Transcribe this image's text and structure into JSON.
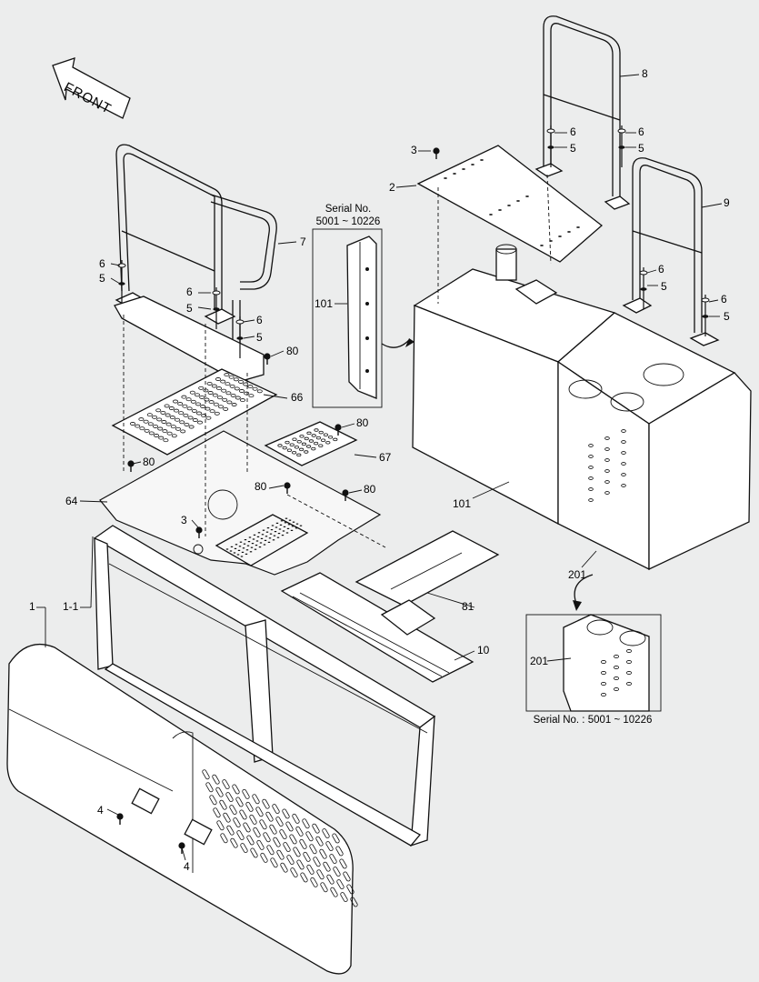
{
  "front_arrow": {
    "label": "FRONT"
  },
  "serial_boxes": [
    {
      "line1": "Serial No.",
      "line2": "5001 ~ 10226"
    },
    {
      "line1": "Serial No. : 5001 ~ 10226",
      "line2": ""
    }
  ],
  "callouts": [
    {
      "id": "c-8",
      "text": "8"
    },
    {
      "id": "c-7",
      "text": "7"
    },
    {
      "id": "c-9",
      "text": "9"
    },
    {
      "id": "c-3a",
      "text": "3"
    },
    {
      "id": "c-2",
      "text": "2"
    },
    {
      "id": "c-6a",
      "text": "6"
    },
    {
      "id": "c-5a",
      "text": "5"
    },
    {
      "id": "c-6b",
      "text": "6"
    },
    {
      "id": "c-5b",
      "text": "5"
    },
    {
      "id": "c-6c",
      "text": "6"
    },
    {
      "id": "c-5c",
      "text": "5"
    },
    {
      "id": "c-6d",
      "text": "6"
    },
    {
      "id": "c-5d",
      "text": "5"
    },
    {
      "id": "c-6e",
      "text": "6"
    },
    {
      "id": "c-5e",
      "text": "5"
    },
    {
      "id": "c-6f",
      "text": "6"
    },
    {
      "id": "c-5f",
      "text": "5"
    },
    {
      "id": "c-6g",
      "text": "6"
    },
    {
      "id": "c-5g",
      "text": "5"
    },
    {
      "id": "c-101a",
      "text": "101"
    },
    {
      "id": "c-80a",
      "text": "80"
    },
    {
      "id": "c-66",
      "text": "66"
    },
    {
      "id": "c-80b",
      "text": "80"
    },
    {
      "id": "c-67",
      "text": "67"
    },
    {
      "id": "c-80c",
      "text": "80"
    },
    {
      "id": "c-64",
      "text": "64"
    },
    {
      "id": "c-80d",
      "text": "80"
    },
    {
      "id": "c-80e",
      "text": "80"
    },
    {
      "id": "c-3b",
      "text": "3"
    },
    {
      "id": "c-101b",
      "text": "101"
    },
    {
      "id": "c-201a",
      "text": "201"
    },
    {
      "id": "c-81",
      "text": "81"
    },
    {
      "id": "c-201b",
      "text": "201"
    },
    {
      "id": "c-1",
      "text": "1"
    },
    {
      "id": "c-1-1",
      "text": "1-1"
    },
    {
      "id": "c-10",
      "text": "10"
    },
    {
      "id": "c-4a",
      "text": "4"
    },
    {
      "id": "c-4b",
      "text": "4"
    }
  ]
}
